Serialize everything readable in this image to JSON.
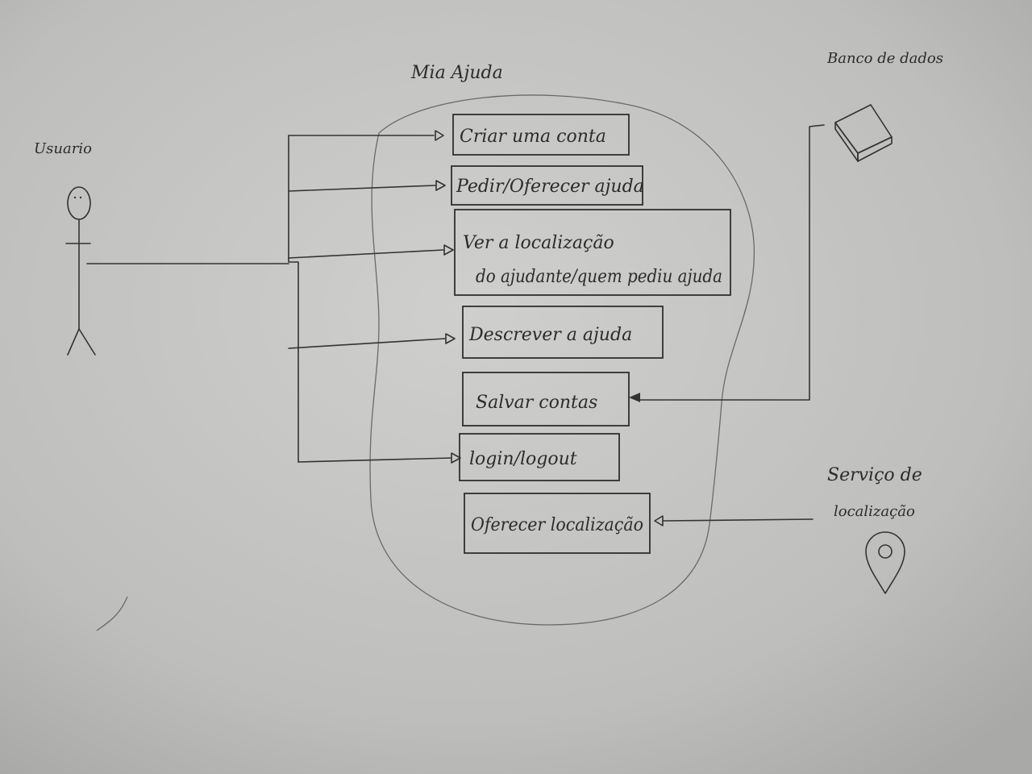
{
  "system": {
    "title": "Mia Ajuda"
  },
  "actor": {
    "label": "Usuario"
  },
  "database": {
    "label": "Banco de dados"
  },
  "location_service": {
    "label_line1": "Serviço de",
    "label_line2": "localização"
  },
  "use_cases": [
    {
      "label": "Criar uma conta"
    },
    {
      "label": "Pedir/Oferecer ajuda"
    },
    {
      "label_line1": "Ver a localização",
      "label_line2": "do ajudante/quem pediu ajuda"
    },
    {
      "label": "Descrever a ajuda"
    },
    {
      "label": "Salvar contas"
    },
    {
      "label": "login/logout"
    },
    {
      "label": "Oferecer localização"
    }
  ],
  "colors": {
    "paper": "#bdbdbb",
    "ink": "#2c2c2c"
  },
  "icons": [
    "stick-figure-icon",
    "database-book-icon",
    "map-pin-icon"
  ]
}
